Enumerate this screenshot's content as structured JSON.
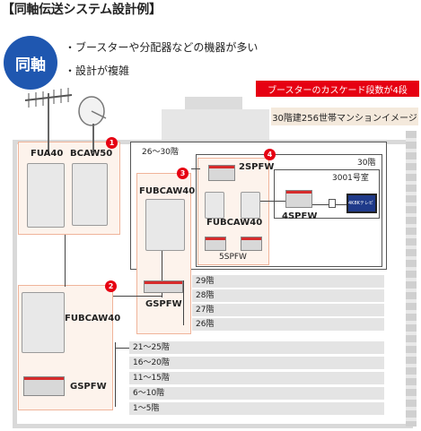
{
  "title": "【同軸伝送システム設計例】",
  "badge": "同軸",
  "bullets": [
    "・ブースターや分配器などの機器が多い",
    "・設計が複雑"
  ],
  "callout_red": "ブースターのカスケード段数が4段",
  "building_label": "30階建256世帯マンションイメージ",
  "upper_zone": "26〜30階",
  "top_floor": "30階",
  "room": "3001号室",
  "tv_label": "4K8Kテレビ",
  "devices": {
    "fua40": "FUA40",
    "bcaw50": "BCAW50",
    "fubcaw40_mid": "FUBCAW40",
    "fubcaw40_top": "FUBCAW40",
    "fubcaw40_main": "FUBCAW40",
    "spfw2": "2SPFW",
    "spfw4": "4SPFW",
    "spfw5": "5SPFW",
    "gspfw_mid": "GSPFW",
    "gspfw_bottom": "GSPFW"
  },
  "markers": [
    "1",
    "2",
    "3",
    "4"
  ],
  "floors_mid": [
    "29階",
    "28階",
    "27階",
    "26階"
  ],
  "floors_low": [
    "21〜25階",
    "16〜20階",
    "11〜15階",
    "6〜10階",
    "1〜5階"
  ],
  "colors": {
    "accent_red": "#e60012",
    "badge_blue": "#1f57b0",
    "zone_fill": "#fdf3ec",
    "zone_border": "#f0b49a"
  }
}
